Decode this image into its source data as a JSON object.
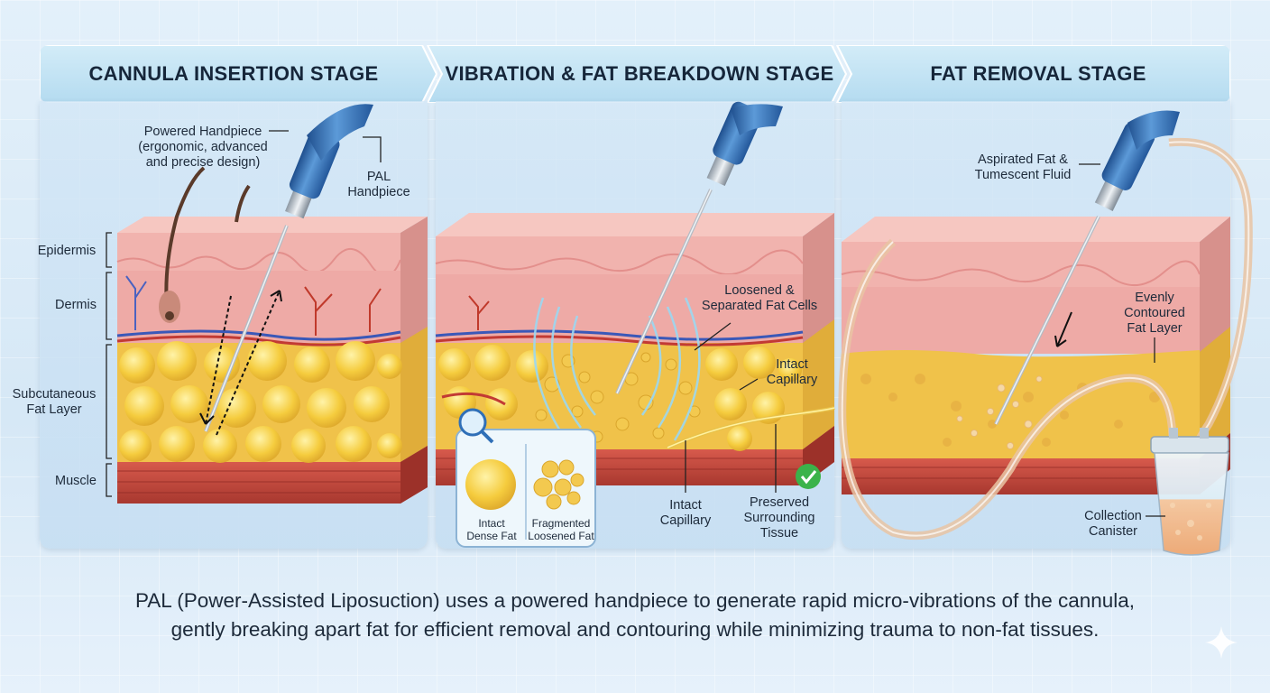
{
  "stages": [
    {
      "title": "CANNULA INSERTION STAGE"
    },
    {
      "title": "VIBRATION & FAT BREAKDOWN STAGE"
    },
    {
      "title": "FAT REMOVAL STAGE"
    }
  ],
  "stage1": {
    "handpiece_label": [
      "Powered Handpiece",
      "(ergonomic, advanced",
      "and precise design)"
    ],
    "pal_label": [
      "PAL",
      "Handpiece"
    ],
    "layers": {
      "epidermis": "Epidermis",
      "dermis": "Dermis",
      "fat": [
        "Subcutaneous",
        "Fat Layer"
      ],
      "muscle": "Muscle"
    }
  },
  "stage2": {
    "loosened": [
      "Loosened &",
      "Separated Fat Cells"
    ],
    "intact_capillary_right": [
      "Intact",
      "Capillary"
    ],
    "intact_capillary_bottom": [
      "Intact",
      "Capillary"
    ],
    "preserved": [
      "Preserved",
      "Surrounding",
      "Tissue"
    ],
    "inset_intact": [
      "Intact",
      "Dense Fat"
    ],
    "inset_fragmented": [
      "Fragmented",
      "Loosened Fat"
    ]
  },
  "stage3": {
    "aspirated": [
      "Aspirated Fat &",
      "Tumescent Fluid"
    ],
    "evenly": [
      "Evenly",
      "Contoured",
      "Fat Layer"
    ],
    "canister": [
      "Collection",
      "Canister"
    ]
  },
  "caption": [
    "PAL (Power-Assisted Liposuction) uses a powered handpiece to generate rapid micro-vibrations of the cannula,",
    "gently breaking apart fat for efficient removal and contouring while minimizing trauma to non-fat tissues."
  ],
  "colors": {
    "header": "#bfe0f3",
    "epidermis": "#f2b6b2",
    "dermis": "#efb0ac",
    "fat": "#f6cf4a",
    "muscle": "#c44a3f",
    "handpiece": "#2f6fb7",
    "check": "#3bb34a"
  }
}
